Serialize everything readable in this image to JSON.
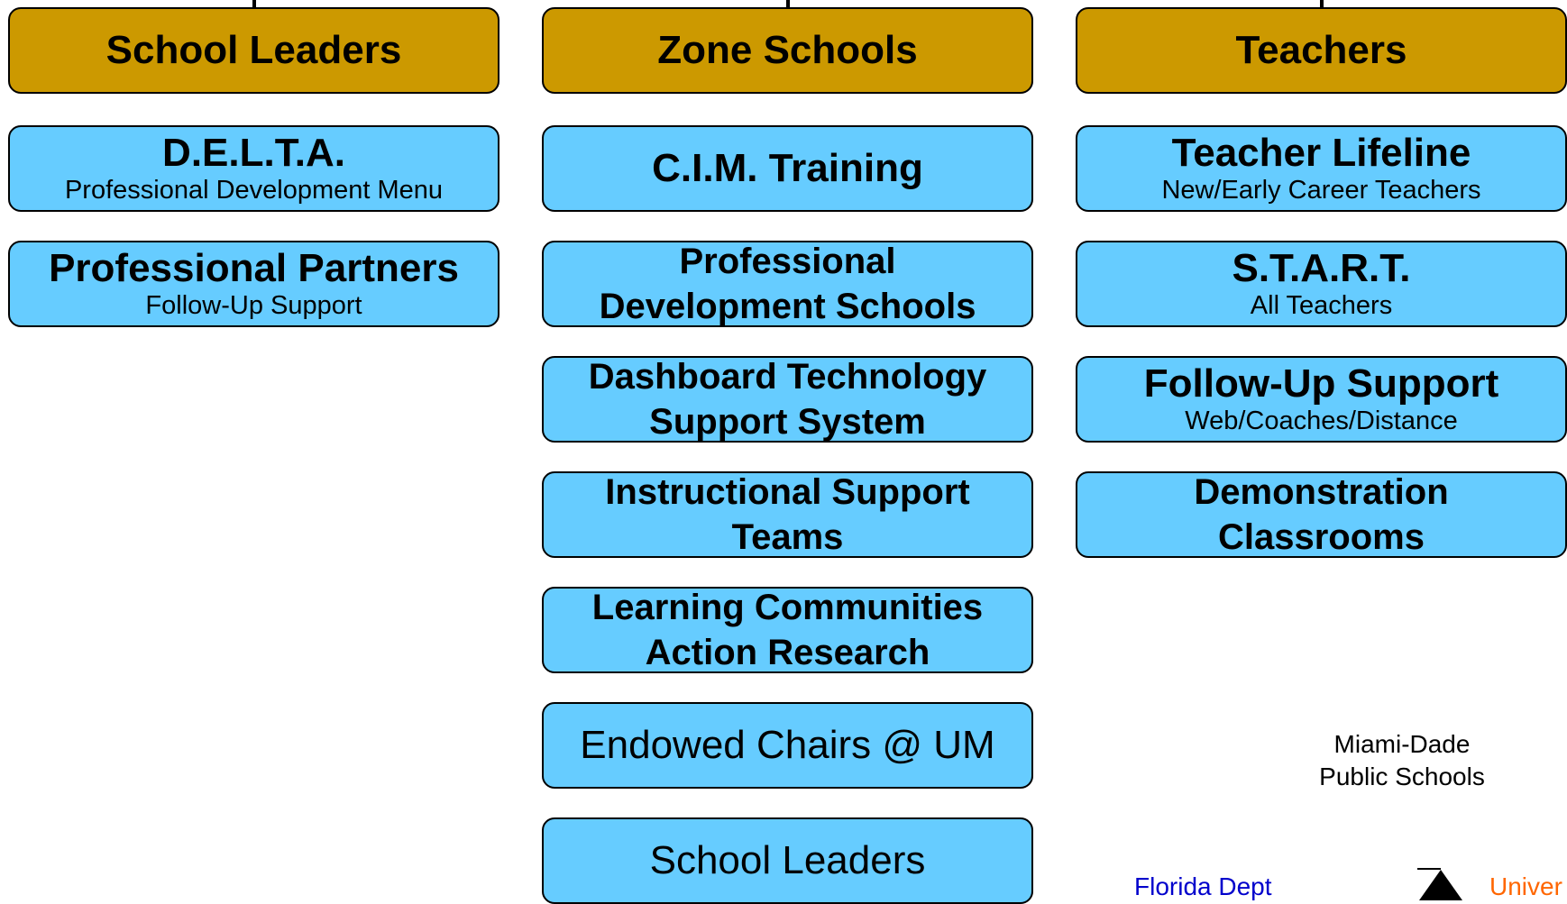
{
  "columns": [
    {
      "header": "School Leaders",
      "items": [
        {
          "title": "D.E.L.T.A.",
          "subtitle": "Professional Development Menu"
        },
        {
          "title": "Professional Partners",
          "subtitle": "Follow-Up Support"
        }
      ]
    },
    {
      "header": "Zone Schools",
      "items": [
        {
          "title": "C.I.M. Training"
        },
        {
          "title_line1": "Professional",
          "title_line2": "Development Schools"
        },
        {
          "title_line1": "Dashboard Technology",
          "title_line2": "Support System"
        },
        {
          "title_line1": "Instructional Support",
          "title_line2": "Teams"
        },
        {
          "title_line1": "Learning Communities",
          "title_line2": "Action Research"
        },
        {
          "title": "Endowed Chairs @ UM"
        },
        {
          "title": "School Leaders"
        }
      ]
    },
    {
      "header": "Teachers",
      "items": [
        {
          "title": "Teacher Lifeline",
          "subtitle": "New/Early Career Teachers"
        },
        {
          "title": "S.T.A.R.T.",
          "subtitle": "All Teachers"
        },
        {
          "title": "Follow-Up Support",
          "subtitle": "Web/Coaches/Distance"
        },
        {
          "title_line1": "Demonstration",
          "title_line2": "Classrooms"
        }
      ]
    }
  ],
  "partners": {
    "miami_dade_line1": "Miami-Dade",
    "miami_dade_line2": "Public Schools",
    "florida": "Florida Dept",
    "university": "Univer"
  },
  "colors": {
    "header_fill": "#cc9900",
    "item_fill": "#66ccff",
    "florida_text": "#0000cc",
    "university_text": "#ff6600"
  }
}
